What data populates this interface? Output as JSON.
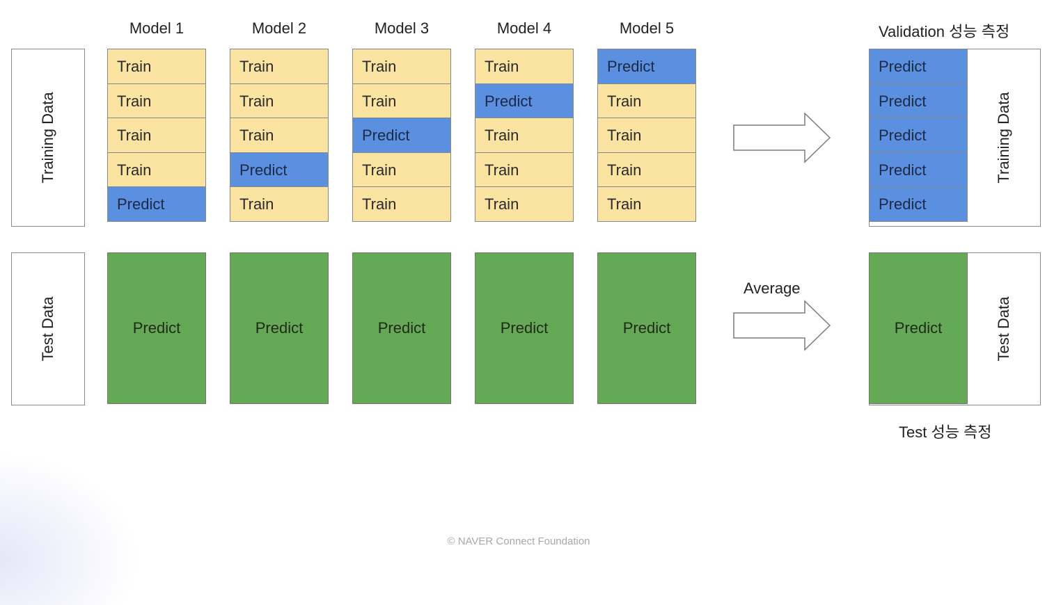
{
  "models": [
    {
      "label": "Model 1",
      "cells": [
        "Train",
        "Train",
        "Train",
        "Train",
        "Predict"
      ],
      "test": "Predict"
    },
    {
      "label": "Model 2",
      "cells": [
        "Train",
        "Train",
        "Train",
        "Predict",
        "Train"
      ],
      "test": "Predict"
    },
    {
      "label": "Model 3",
      "cells": [
        "Train",
        "Train",
        "Predict",
        "Train",
        "Train"
      ],
      "test": "Predict"
    },
    {
      "label": "Model 4",
      "cells": [
        "Train",
        "Predict",
        "Train",
        "Train",
        "Train"
      ],
      "test": "Predict"
    },
    {
      "label": "Model 5",
      "cells": [
        "Predict",
        "Train",
        "Train",
        "Train",
        "Train"
      ],
      "test": "Predict"
    }
  ],
  "left": {
    "training_label": "Training Data",
    "test_label": "Test Data"
  },
  "arrows": {
    "average_label": "Average"
  },
  "right": {
    "validation_title": "Validation 성능 측정",
    "validation_cells": [
      "Predict",
      "Predict",
      "Predict",
      "Predict",
      "Predict"
    ],
    "training_label": "Training Data",
    "test_predict": "Predict",
    "test_label": "Test Data",
    "test_caption": "Test 성능 측정"
  },
  "footer": "©  NAVER Connect Foundation",
  "colors": {
    "train": "#fbe3a1",
    "predict": "#5b8fe0",
    "test": "#65a855"
  }
}
